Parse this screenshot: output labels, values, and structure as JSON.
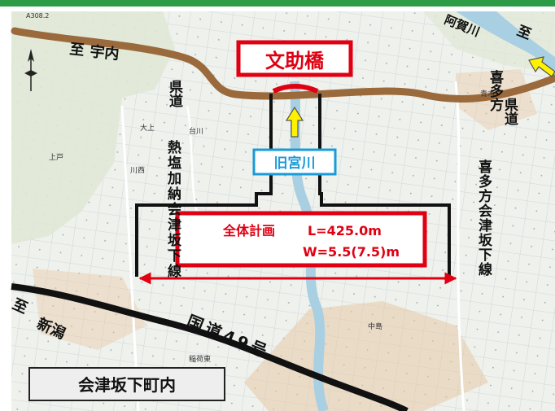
{
  "colors": {
    "frame_border": "#2e9b47",
    "map_background": "#f1f3ef",
    "river": "#a9cfe3",
    "road_brown": "#9b6a3c",
    "highway_black": "#111111",
    "plan_red": "#e00012",
    "river_label_blue": "#1a9bd7",
    "arrow_yellow": "#fff200",
    "field_green": "#dfe8d6",
    "town": "#e8c9a8"
  },
  "labels": {
    "bridge_name": "文助橋",
    "river_name": "旧宮川",
    "plan_title": "全体計画",
    "plan_length": "L=425.0m",
    "plan_width": "W=5.5(7.5)m",
    "to_unai_prefix": "至",
    "to_unai": "宇内",
    "agagawa": "阿賀川",
    "to_kitakata_prefix": "至",
    "to_kitakata": "喜多方",
    "pref_road_left": "県道",
    "atsushio_line": "熱塩加納会津坂下線",
    "pref_road_right": "県道",
    "kitakata_line": "喜多方会津坂下線",
    "to_niigata_prefix": "至",
    "to_niigata": "新潟",
    "national_route": "国道49号",
    "town_box": "会津坂下町内",
    "map_top_code": "A308.2",
    "small_place_1": "大上",
    "small_place_2": "川西",
    "small_place_3": "上戸",
    "small_place_4": "稲荷東",
    "small_place_5": "台川",
    "small_place_6": "中島",
    "small_place_7": "青木"
  },
  "icons": {
    "north_arrow": "north-arrow-icon",
    "flow_arrow": "flow-arrow-icon",
    "dimension_arrow": "dimension-arrow-icon"
  }
}
